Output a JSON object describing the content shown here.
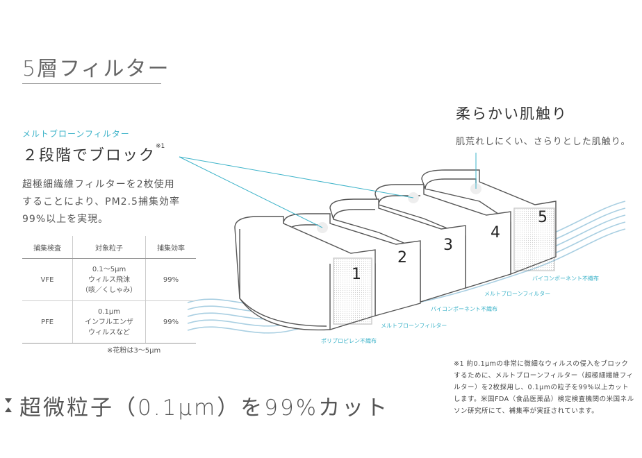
{
  "title": "5層フィルター",
  "melt_filter": {
    "label": "メルトブローンフィルター",
    "heading": "２段階でブロック",
    "heading_note": "※1",
    "description": "超極細繊維フィルターを2枚使用することにより、PM2.5捕集効率99%以上を実現。"
  },
  "table": {
    "headers": [
      "捕集検査",
      "対象粒子",
      "捕集効率"
    ],
    "rows": [
      {
        "test": "VFE",
        "particle_lines": [
          "0.1〜5μm",
          "ウィルス飛沫",
          "（咳／くしゃみ）"
        ],
        "efficiency": "99%"
      },
      {
        "test": "PFE",
        "particle_lines": [
          "0.1μm",
          "インフルエンザ",
          "ウィルスなど"
        ],
        "efficiency": "99%"
      }
    ],
    "note": "※花粉は3〜5μm"
  },
  "soft_touch": {
    "heading": "柔らかい肌触り",
    "description": "肌荒れしにくい、さらりとした肌触り。"
  },
  "layers": {
    "numbers": [
      "1",
      "2",
      "3",
      "4",
      "5"
    ],
    "labels": [
      "ポリプロピレン不織布",
      "メルトブローンフィルター",
      "バイコンポーネント不織布",
      "メルトブローンフィルター",
      "バイコンポーネント不織布"
    ]
  },
  "bottom_headline": "超微粒子（0.1μm）を99%カット",
  "footnote": "※1 約0.1μmの非常に微細なウィルスの侵入をブロックするために、メルトブローンフィルター（超極細繊維フィルター）を2枚採用し、0.1μmの粒子を99%以上カットします。米国FDA（食品医薬品）検定検査機関の米国ネルソン研究所にて、補集率が実証されています。",
  "colors": {
    "accent": "#3db3c9",
    "wave": "#a9cfe2",
    "line": "#555555"
  }
}
